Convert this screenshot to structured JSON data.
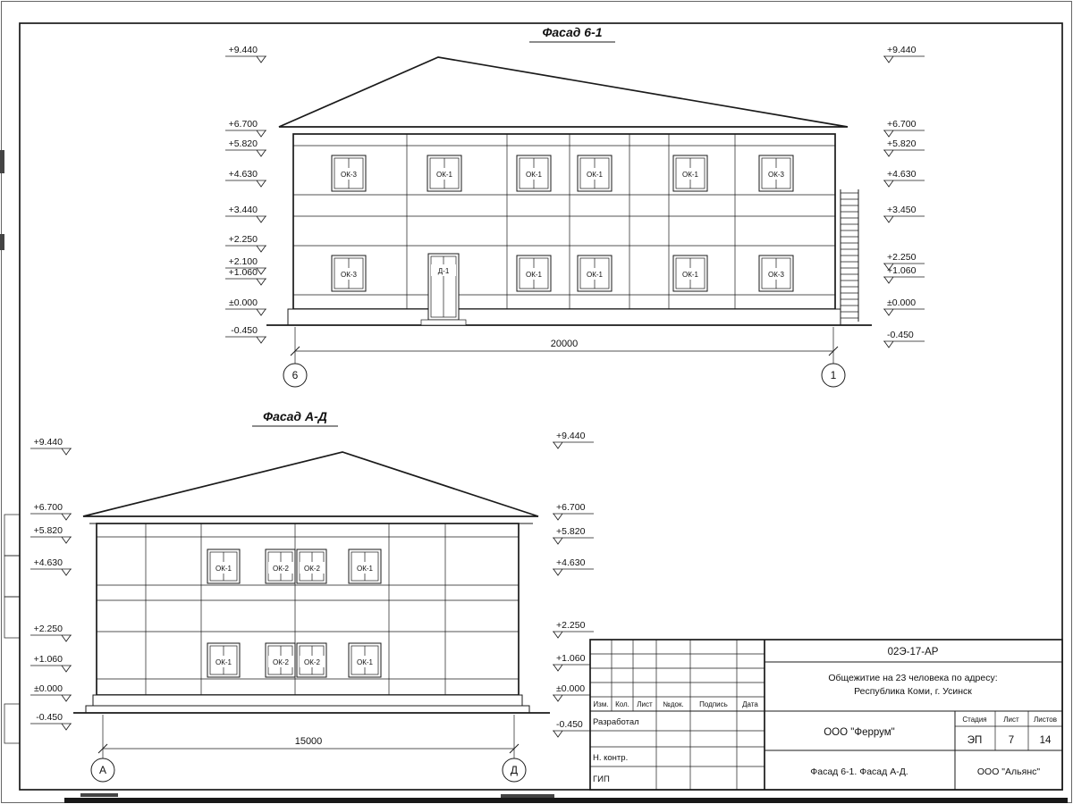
{
  "facade1": {
    "title": "Фасад 6-1",
    "left_marks": [
      "+9.440",
      "+6.700",
      "+5.820",
      "+4.630",
      "+3.440",
      "+2.250",
      "+2.100",
      "+1.060",
      "±0.000",
      "-0.450"
    ],
    "right_marks": [
      "+9.440",
      "+6.700",
      "+5.820",
      "+4.630",
      "+3.450",
      "+2.250",
      "+1.060",
      "±0.000",
      "-0.450"
    ],
    "upper_windows": [
      "ОК-3",
      "ОК-1",
      "ОК-1",
      "ОК-1",
      "ОК-1",
      "ОК-3"
    ],
    "lower_windows": [
      "ОК-3",
      "ОК-1",
      "ОК-1",
      "ОК-1",
      "ОК-3"
    ],
    "door": "Д-1",
    "dimension": "20000",
    "axis_left": "6",
    "axis_right": "1"
  },
  "facade2": {
    "title": "Фасад А-Д",
    "left_marks": [
      "+9.440",
      "+6.700",
      "+5.820",
      "+4.630",
      "+2.250",
      "+1.060",
      "±0.000",
      "-0.450"
    ],
    "right_marks": [
      "+9.440",
      "+6.700",
      "+5.820",
      "+4.630",
      "+2.250",
      "+1.060",
      "±0.000",
      "-0.450"
    ],
    "upper_windows": [
      "ОК-1",
      "ОК-2",
      "ОК-2",
      "ОК-1"
    ],
    "lower_windows": [
      "ОК-1",
      "ОК-2",
      "ОК-2",
      "ОК-1"
    ],
    "dimension": "15000",
    "axis_left": "А",
    "axis_right": "Д"
  },
  "titleblock": {
    "doc_number": "02Э-17-АР",
    "project_line1": "Общежитие на 23 человека по адресу:",
    "project_line2": "Республика Коми, г. Усинск",
    "headers": {
      "izm": "Изм.",
      "kol": "Кол.",
      "list": "Лист",
      "dok": "№док.",
      "podpis": "Подпись",
      "data": "Дата"
    },
    "roles": {
      "developed": "Разработал",
      "ncontrol": "Н. контр.",
      "gip": "ГИП"
    },
    "org1": "ООО \"Феррум\"",
    "stage_label": "Стадия",
    "sheet_label": "Лист",
    "sheets_label": "Листов",
    "stage": "ЭП",
    "sheet": "7",
    "sheets": "14",
    "sheet_title": "Фасад 6-1. Фасад  А-Д.",
    "org2": "ООО \"Альянс\""
  }
}
